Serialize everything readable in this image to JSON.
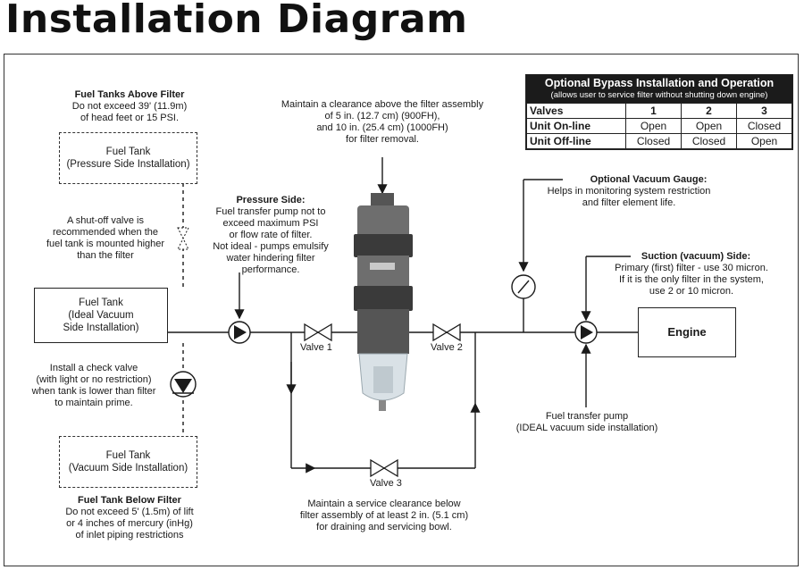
{
  "title": "Installation Diagram",
  "bypass_table": {
    "title": "Optional Bypass Installation and Operation",
    "subtitle": "(allows user to service filter without shutting down engine)",
    "header": [
      "Valves",
      "1",
      "2",
      "3"
    ],
    "rows": [
      [
        "Unit On-line",
        "Open",
        "Open",
        "Closed"
      ],
      [
        "Unit Off-line",
        "Closed",
        "Closed",
        "Open"
      ]
    ]
  },
  "tanks": {
    "pressure_side": [
      "Fuel Tank",
      "(Pressure Side Installation)"
    ],
    "ideal_vacuum": [
      "Fuel Tank",
      "(Ideal Vacuum",
      "Side Installation)"
    ],
    "vacuum_side": [
      "Fuel Tank",
      "(Vacuum Side Installation)"
    ]
  },
  "engine_label": "Engine",
  "notes": {
    "tanks_above": {
      "heading": "Fuel Tanks Above Filter",
      "lines": [
        "Do not exceed 39' (11.9m)",
        "of head feet or 15 PSI."
      ]
    },
    "clearance_above": [
      "Maintain a clearance above the filter assembly",
      "of 5 in. (12.7 cm) (900FH),",
      "and 10 in. (25.4 cm) (1000FH)",
      "for filter removal."
    ],
    "shutoff": [
      "A shut-off valve is",
      "recommended when the",
      "fuel tank is mounted higher",
      "than the filter"
    ],
    "pressure_side": {
      "heading": "Pressure Side:",
      "lines": [
        "Fuel transfer pump not to",
        "exceed maximum PSI",
        "or flow rate of filter.",
        "Not ideal - pumps emulsify",
        "water hindering filter",
        "performance."
      ]
    },
    "vacuum_gauge": {
      "heading": "Optional Vacuum Gauge:",
      "lines": [
        "Helps in monitoring system restriction",
        "and filter element life."
      ]
    },
    "suction_side": {
      "heading": "Suction (vacuum) Side:",
      "lines": [
        "Primary (first) filter - use 30 micron.",
        "If it is the only filter in the system,",
        "use 2 or 10 micron."
      ]
    },
    "check_valve": [
      "Install a check valve",
      "(with light or no restriction)",
      "when tank is lower than filter",
      "to maintain prime."
    ],
    "transfer_pump": [
      "Fuel transfer pump",
      "(IDEAL vacuum side installation)"
    ],
    "tank_below": {
      "heading": "Fuel Tank Below Filter",
      "lines": [
        "Do not exceed 5' (1.5m) of lift",
        "or 4 inches of mercury (inHg)",
        "of inlet piping restrictions"
      ]
    },
    "service_clearance": [
      "Maintain a service clearance below",
      "filter assembly of at least 2 in. (5.1 cm)",
      "for draining and servicing bowl."
    ]
  },
  "valves": {
    "v1": "Valve 1",
    "v2": "Valve 2",
    "v3": "Valve 3"
  },
  "colors": {
    "line": "#1a1a1a",
    "filter_dark": "#3a3a3a",
    "filter_mid": "#6e6e6e",
    "bowl": "#d9e1e6"
  }
}
